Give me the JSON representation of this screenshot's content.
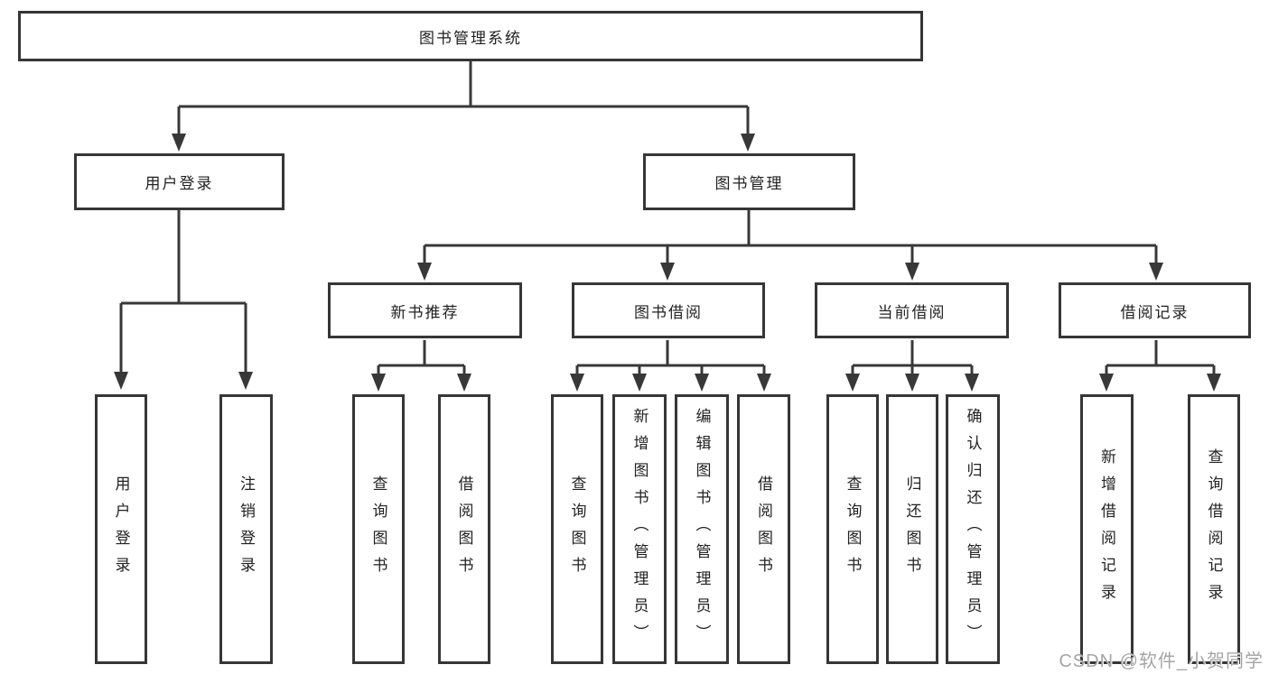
{
  "tree": {
    "root": {
      "label": "图书管理系统"
    },
    "branches": [
      {
        "label": "用户登录",
        "children": [
          {
            "label": "用户登录"
          },
          {
            "label": "注销登录"
          }
        ]
      },
      {
        "label": "图书管理",
        "children": [
          {
            "label": "新书推荐",
            "children": [
              {
                "label": "查询图书"
              },
              {
                "label": "借阅图书"
              }
            ]
          },
          {
            "label": "图书借阅",
            "children": [
              {
                "label": "查询图书"
              },
              {
                "label": "新增图书（管理员）"
              },
              {
                "label": "编辑图书（管理员）"
              },
              {
                "label": "借阅图书"
              }
            ]
          },
          {
            "label": "当前借阅",
            "children": [
              {
                "label": "查询图书"
              },
              {
                "label": "归还图书"
              },
              {
                "label": "确认归还（管理员）"
              }
            ]
          },
          {
            "label": "借阅记录",
            "children": [
              {
                "label": "新增借阅记录"
              },
              {
                "label": "查询借阅记录"
              }
            ]
          }
        ]
      }
    ]
  },
  "watermark": {
    "text": "CSDN @软件_小贺同学"
  },
  "colors": {
    "line": "#383838",
    "box_border": "#363636",
    "text": "#222222",
    "watermark": "#a5a5a5",
    "background": "#ffffff"
  }
}
